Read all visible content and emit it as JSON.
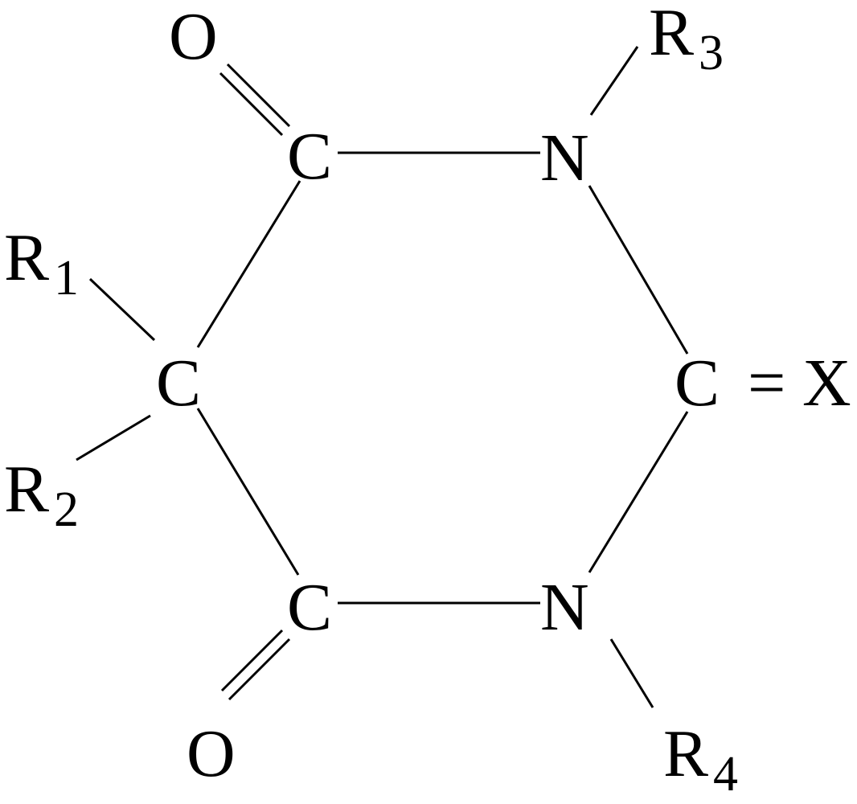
{
  "molecule": {
    "atoms": {
      "c_top": "C",
      "c_left": "C",
      "c_bottom": "C",
      "c_right": "C",
      "n_top": "N",
      "n_bottom": "N",
      "o_top": "O",
      "o_bottom": "O",
      "x_group": "X"
    },
    "double_bond_sign": "=",
    "substituents": {
      "r1": {
        "symbol": "R",
        "index": "1"
      },
      "r2": {
        "symbol": "R",
        "index": "2"
      },
      "r3": {
        "symbol": "R",
        "index": "3"
      },
      "r4": {
        "symbol": "R",
        "index": "4"
      }
    }
  }
}
